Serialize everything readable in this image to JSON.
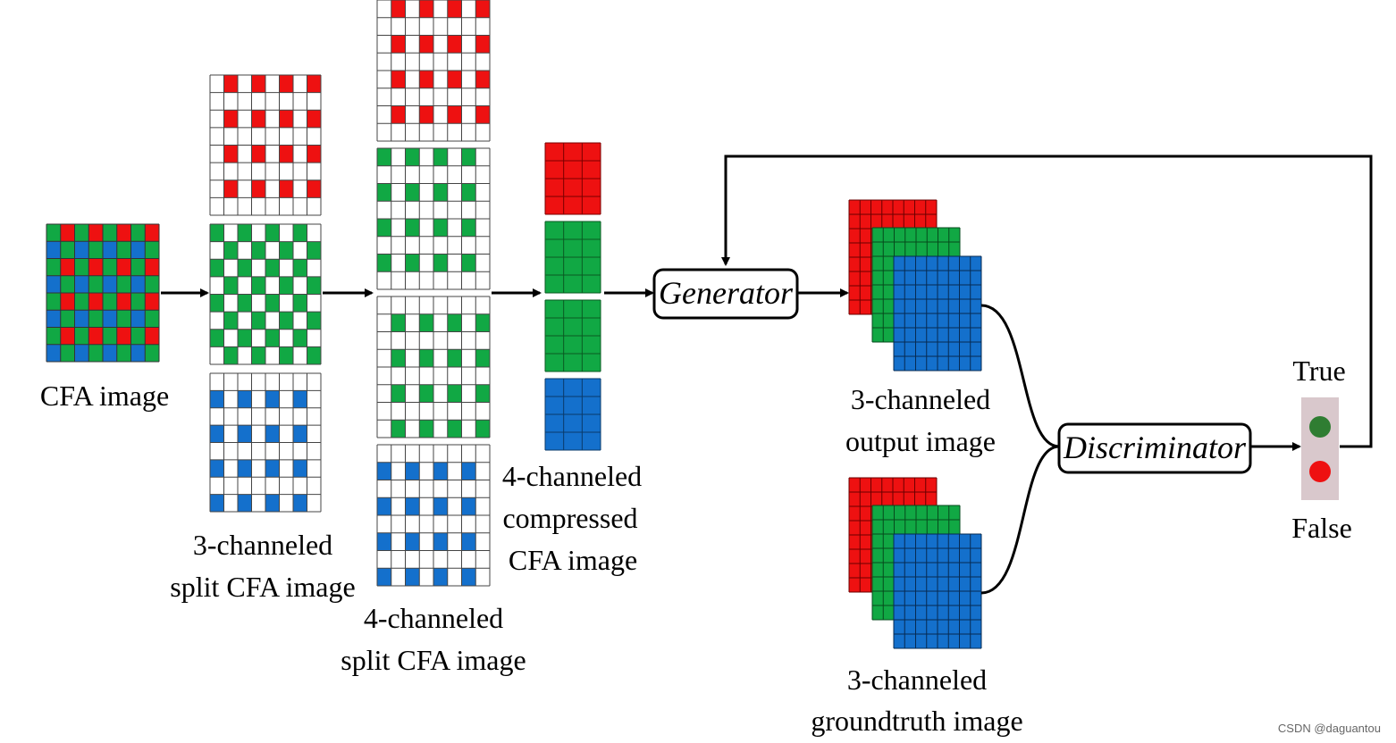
{
  "labels": {
    "cfa_image": "CFA image",
    "split3_line1": "3-channeled",
    "split3_line2": "split CFA image",
    "split4_line1": "4-channeled",
    "split4_line2": "split CFA image",
    "compressed_line1": "4-channeled",
    "compressed_line2": "compressed",
    "compressed_line3": "CFA image",
    "generator": "Generator",
    "output_line1": "3-channeled",
    "output_line2": "output image",
    "gt_line1": "3-channeled",
    "gt_line2": "groundtruth image",
    "discriminator": "Discriminator",
    "true_label": "True",
    "false_label": "False"
  },
  "watermark": "CSDN @daguantou",
  "colors": {
    "red": "#ee1111",
    "green": "#11a844",
    "blue": "#1470cc",
    "gridline": "#222222",
    "true_light": "#2f7d32",
    "false_light": "#ee1111",
    "light_box": "#d9c8cc"
  }
}
